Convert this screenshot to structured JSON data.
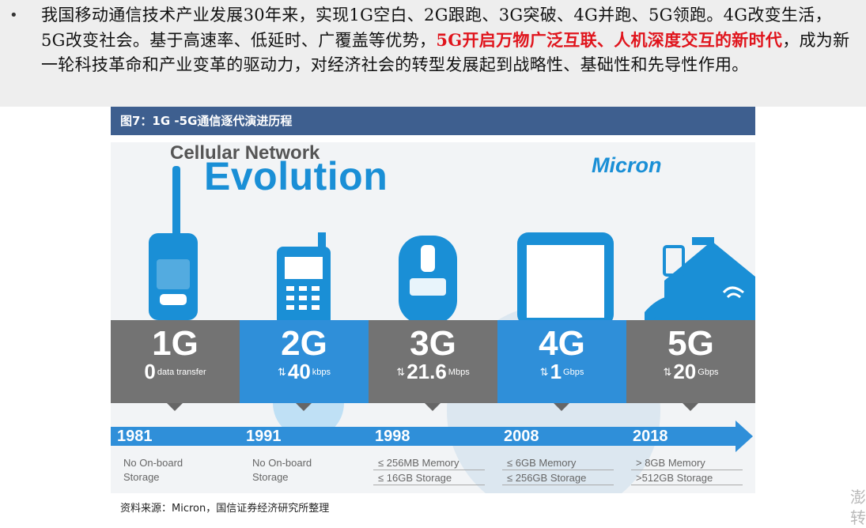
{
  "paragraph": {
    "bullet": "•",
    "text_before": "我国移动通信技术产业发展30年来，实现1G空白、2G跟跑、3G突破、4G并跑、5G领跑。4G改变生活， 5G改变社会。基于高速率、低延时、广覆盖等优势，",
    "highlight": "5G开启万物广泛互联、人机深度交互的新时代",
    "text_after": "，成为新一轮科技革命和产业变革的驱动力，对经济社会的转型发展起到战略性、基础性和先导性作用。"
  },
  "figure": {
    "caption": "图7：1G -5G通信逐代演进历程",
    "header": "Cellular Network",
    "title": "Evolution",
    "brand": "Micron",
    "generations": [
      {
        "gen": "1G",
        "speed": "0",
        "unit": "data transfer",
        "year": "1981",
        "storage": [
          "No On-board",
          "Storage"
        ],
        "color": "#737373"
      },
      {
        "gen": "2G",
        "speed": "40",
        "unit": "kbps",
        "year": "1991",
        "storage": [
          "No On-board",
          "Storage"
        ],
        "color": "#2f8fd9"
      },
      {
        "gen": "3G",
        "speed": "21.6",
        "unit": "Mbps",
        "year": "1998",
        "storage": [
          "≤ 256MB Memory",
          "≤ 16GB Storage"
        ],
        "color": "#737373"
      },
      {
        "gen": "4G",
        "speed": "1",
        "unit": "Gbps",
        "year": "2008",
        "storage": [
          "≤ 6GB Memory",
          "≤ 256GB Storage"
        ],
        "color": "#2f8fd9"
      },
      {
        "gen": "5G",
        "speed": "20",
        "unit": "Gbps",
        "year": "2018",
        "storage": [
          "> 8GB Memory",
          ">512GB Storage"
        ],
        "color": "#737373"
      }
    ],
    "arrow_glyph": "⇅",
    "accent_color": "#1a8fd6"
  },
  "source": "资料来源：Micron，国信证券经济研究所整理",
  "watermark": "澎\n转"
}
